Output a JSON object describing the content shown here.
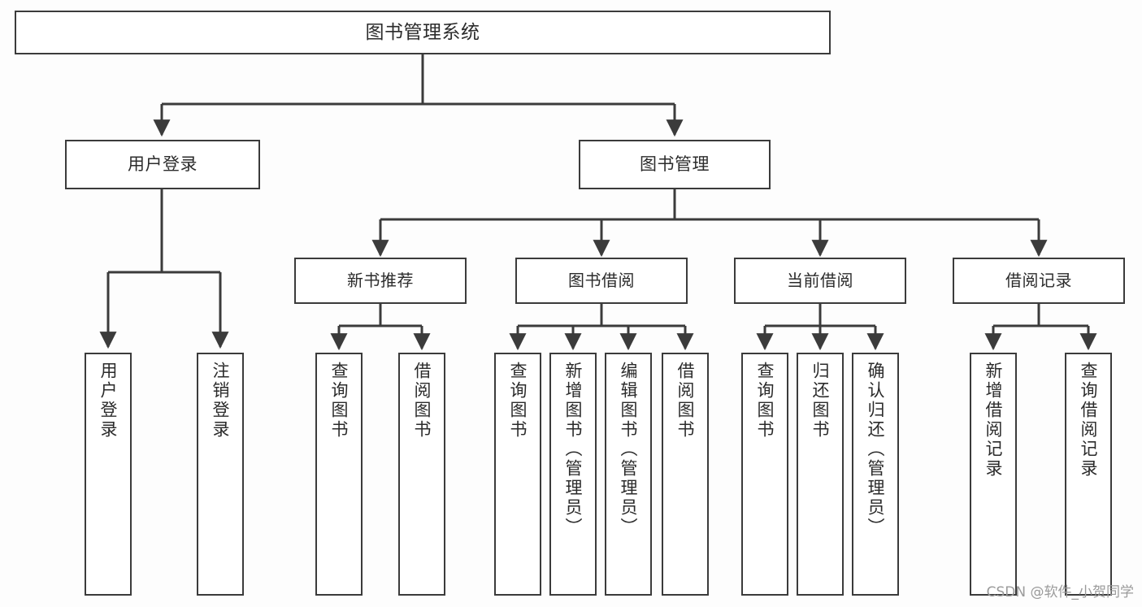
{
  "diagram": {
    "title": "图书管理系统",
    "type": "tree-hierarchy",
    "watermark": "CSDN @软件_小贺同学",
    "colors": {
      "background": "#fdfdfd",
      "box_fill": "#ffffff",
      "line": "#3b3b3b",
      "text": "#2b2b2b",
      "watermark": "#9a9a9a"
    }
  },
  "nodes": {
    "root": {
      "label": "图书管理系统"
    },
    "level2": [
      {
        "id": "user-login",
        "label": "用户登录"
      },
      {
        "id": "book-manage",
        "label": "图书管理"
      }
    ],
    "level3": [
      {
        "id": "new-book-recommend",
        "label": "新书推荐"
      },
      {
        "id": "book-borrow",
        "label": "图书借阅"
      },
      {
        "id": "current-borrow",
        "label": "当前借阅"
      },
      {
        "id": "borrow-record",
        "label": "借阅记录"
      }
    ],
    "leaves": {
      "user_login": [
        {
          "id": "leaf-user-login",
          "label": "用户登录"
        },
        {
          "id": "leaf-logout-login",
          "label": "注销登录"
        }
      ],
      "new_book_recommend": [
        {
          "id": "leaf-query-book-1",
          "label": "查询图书"
        },
        {
          "id": "leaf-borrow-book-1",
          "label": "借阅图书"
        }
      ],
      "book_borrow": [
        {
          "id": "leaf-query-book-2",
          "label": "查询图书"
        },
        {
          "id": "leaf-add-book",
          "label": "新增图书（管理员）"
        },
        {
          "id": "leaf-edit-book",
          "label": "编辑图书（管理员）"
        },
        {
          "id": "leaf-borrow-book-2",
          "label": "借阅图书"
        }
      ],
      "current_borrow": [
        {
          "id": "leaf-query-book-3",
          "label": "查询图书"
        },
        {
          "id": "leaf-return-book",
          "label": "归还图书"
        },
        {
          "id": "leaf-confirm-return",
          "label": "确认归还（管理员）"
        }
      ],
      "borrow_record": [
        {
          "id": "leaf-add-record",
          "label": "新增借阅记录"
        },
        {
          "id": "leaf-query-record",
          "label": "查询借阅记录"
        }
      ]
    }
  }
}
